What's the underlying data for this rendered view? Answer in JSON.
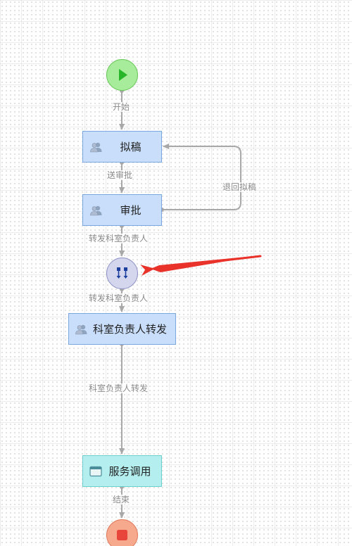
{
  "nodes": {
    "start": {
      "icon": "play-icon"
    },
    "draft": {
      "label": "拟稿",
      "icon": "user-group-icon"
    },
    "approve": {
      "label": "审批",
      "icon": "user-group-icon"
    },
    "gateway": {
      "icon": "parallel-gateway-icon"
    },
    "section_forward": {
      "label": "科室负责人转发",
      "icon": "user-group-icon"
    },
    "service_call": {
      "label": "服务调用",
      "icon": "window-icon"
    },
    "end": {
      "icon": "stop-icon"
    }
  },
  "edges": {
    "start_label": "开始",
    "send_approve": "送审批",
    "return_draft": "退回拟稿",
    "forward_head_1": "转发科室负责人",
    "forward_head_2": "转发科室负责人",
    "section_forward": "科室负责人转发",
    "finish": "结束"
  },
  "colors": {
    "task_fill": "#c9defb",
    "service_fill": "#b4eeee",
    "start_fill": "#a6ec9a",
    "end_fill": "#f7a98e",
    "gateway_fill": "#d4d6ee",
    "arrow_annotation": "#e8322a",
    "connector": "#a8a8a8"
  }
}
